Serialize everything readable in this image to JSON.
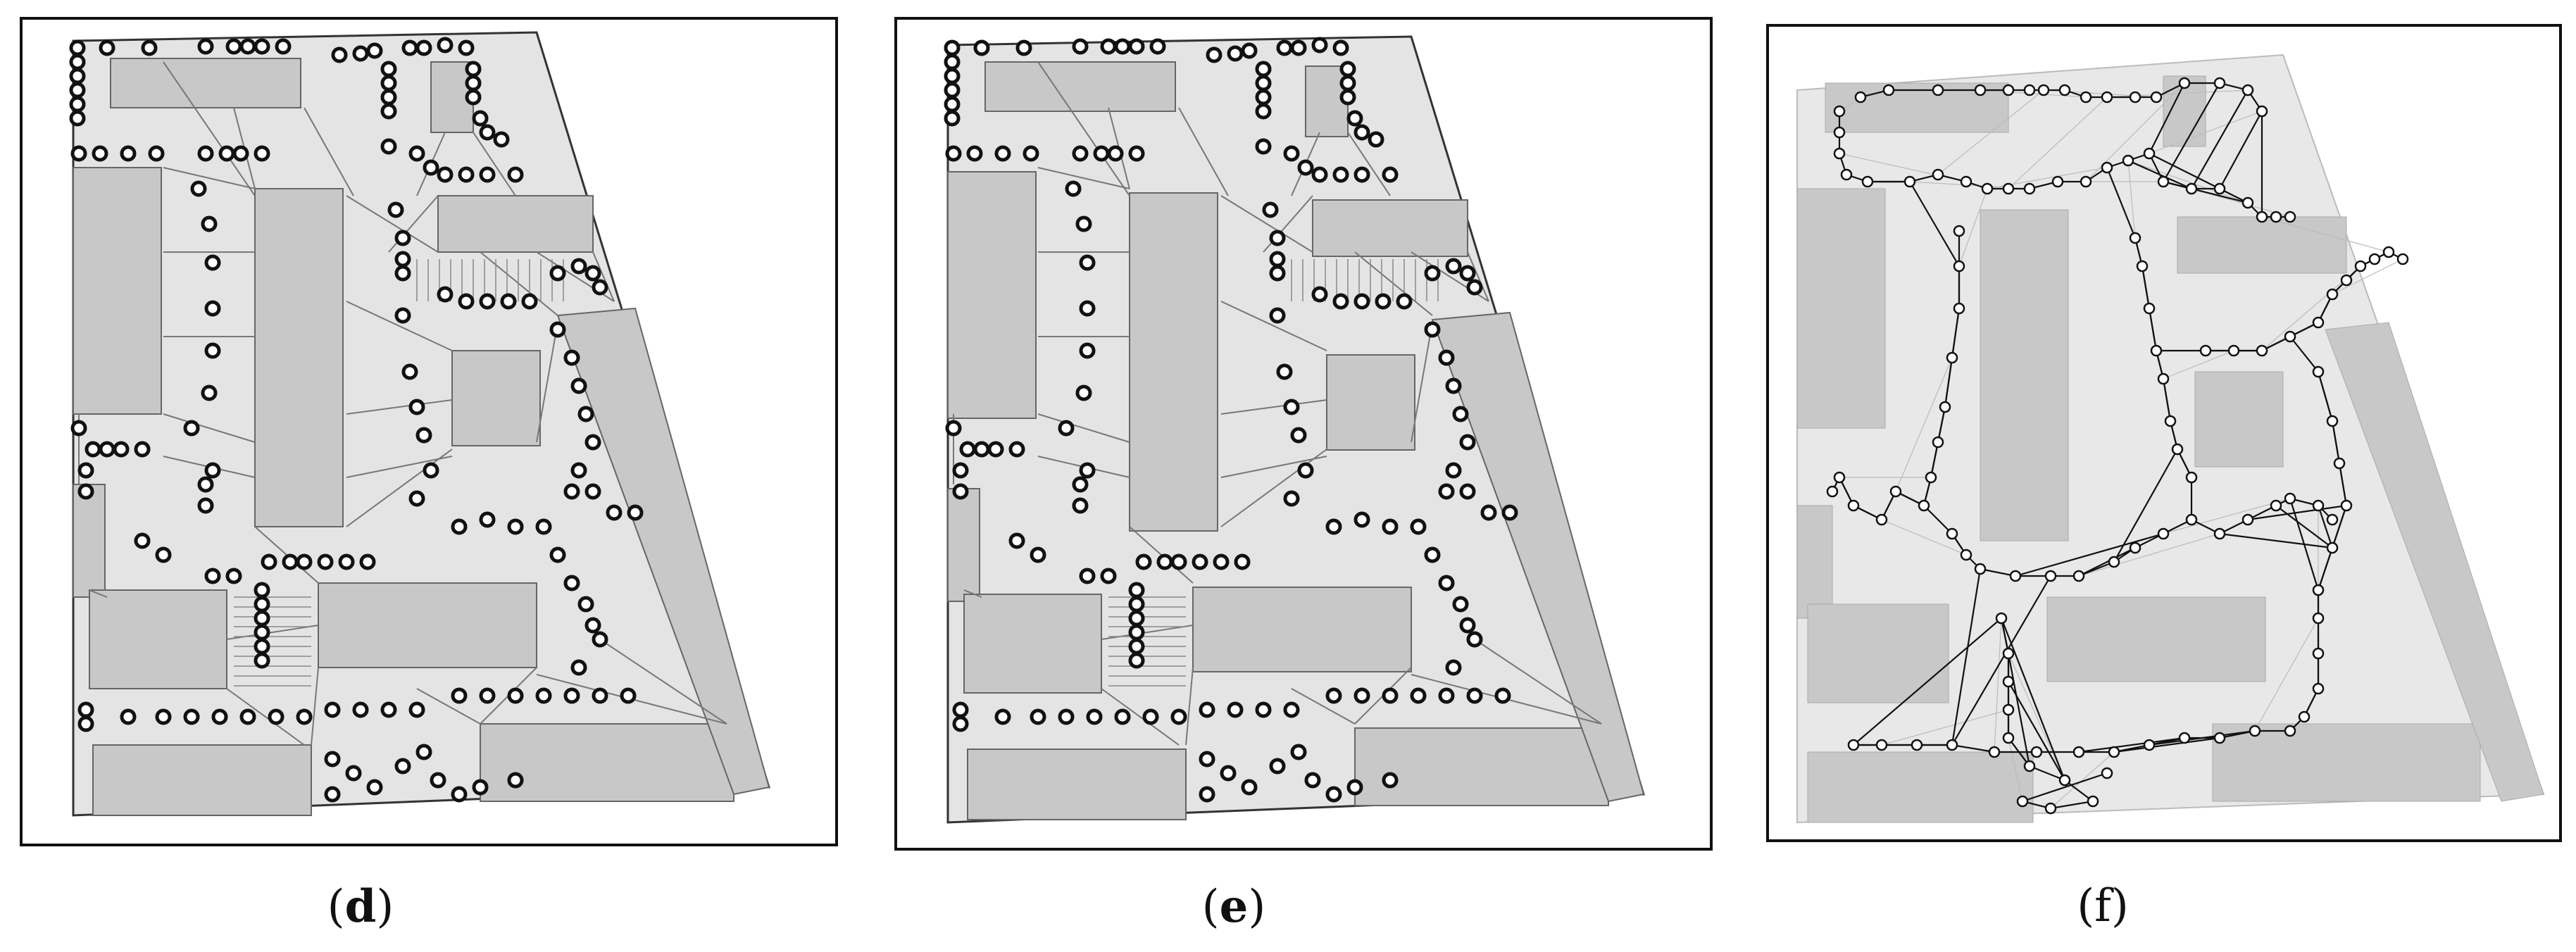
{
  "panels": [
    {
      "id": "d",
      "label_open": "(",
      "letter": "d",
      "label_close": ")",
      "bold": true
    },
    {
      "id": "e",
      "label_open": "(",
      "letter": "e",
      "label_close": ")",
      "bold": true
    },
    {
      "id": "f",
      "label_open": "(",
      "letter": "f",
      "label_close": ")",
      "bold": false
    }
  ],
  "colors": {
    "building": "#c8c8c8",
    "area": "#e4e4e4",
    "edge": "#555555",
    "node_stroke": "#111111",
    "node_fill": "#ffffff",
    "frame": "#111111"
  }
}
